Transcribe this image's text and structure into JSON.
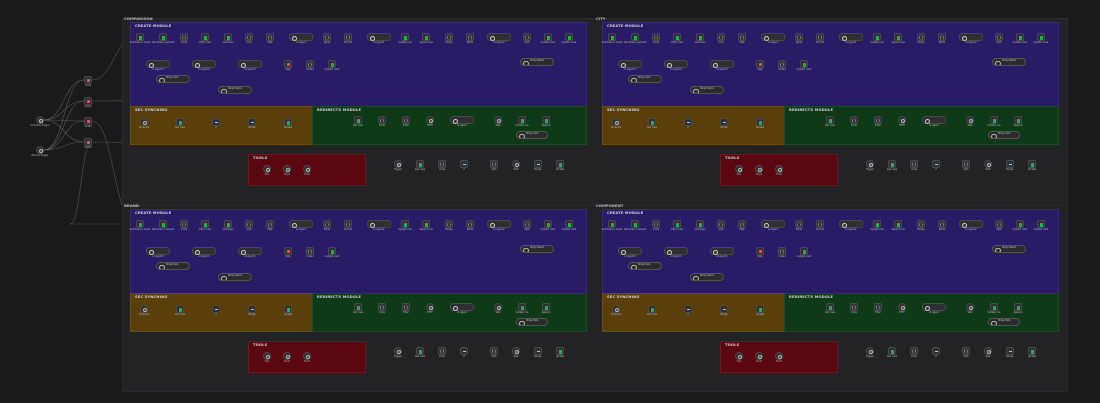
{
  "colors": {
    "background": "#1a1a1b",
    "panel": "#232325",
    "create_module": "#2a1b66",
    "sec_synching": "#5a3f0a",
    "redirects_module": "#0e3a18",
    "tools": "#5a0710",
    "wire": "#8a8a8e",
    "sheet_green": "#21b156"
  },
  "triggers": [
    {
      "id": "t1",
      "label": "Schedule Trigger",
      "icon": "clock-icon"
    },
    {
      "id": "t2",
      "label": "Manual Trigger",
      "icon": "cursor-icon"
    }
  ],
  "router_nodes": [
    {
      "label": "Code"
    },
    {
      "label": "Code1"
    },
    {
      "label": "Code2"
    },
    {
      "label": "Code3"
    }
  ],
  "sections": [
    {
      "title": "COMPARISON",
      "groups": {
        "create": "CREATE MODULE",
        "sec": "SEC SYNCHING",
        "redirects": "REDIRECTS MODULE",
        "tools": "TOOLS"
      }
    },
    {
      "title": "CITY",
      "groups": {
        "create": "CREATE MODULE",
        "sec": "SEC SYNCHING",
        "redirects": "REDIRECTS MODULE",
        "tools": "TOOLS"
      }
    },
    {
      "title": "BRAND",
      "groups": {
        "create": "CREATE MODULE",
        "sec": "SEC SYNCHING",
        "redirects": "REDIRECTS MODULE",
        "tools": "TOOLS"
      }
    },
    {
      "title": "COMPONENT",
      "groups": {
        "create": "CREATE MODULE",
        "sec": "SEC SYNCHING",
        "redirects": "REDIRECTS MODULE",
        "tools": "TOOLS"
      }
    }
  ],
  "create_row1": [
    {
      "kind": "sheet",
      "label": "Get Rows in sheet"
    },
    {
      "kind": "sheet",
      "label": "Get Rows in sheet1"
    },
    {
      "kind": "code",
      "label": "Code"
    },
    {
      "kind": "sheet",
      "label": "Filter rows"
    },
    {
      "kind": "sheet",
      "label": "Get Rows"
    },
    {
      "kind": "code",
      "label": "Loop"
    },
    {
      "kind": "code",
      "label": "Wait"
    },
    {
      "kind": "ai",
      "label": "AI Agent"
    },
    {
      "kind": "code",
      "label": "Parse"
    },
    {
      "kind": "code",
      "label": "Format"
    },
    {
      "kind": "ai",
      "label": "AI Agent1"
    },
    {
      "kind": "sheet",
      "label": "Update row"
    },
    {
      "kind": "sheet",
      "label": "Append row"
    },
    {
      "kind": "code",
      "label": "Merge"
    },
    {
      "kind": "code",
      "label": "Wait1"
    },
    {
      "kind": "ai",
      "label": "AI Agent2"
    },
    {
      "kind": "code",
      "label": "Split"
    },
    {
      "kind": "sheet",
      "label": "Update row1"
    },
    {
      "kind": "sheet",
      "label": "Update row2"
    }
  ],
  "create_row2": [
    {
      "kind": "ai",
      "label": "AI Agent3"
    },
    {
      "kind": "ai",
      "label": "AI Agent4"
    },
    {
      "kind": "ai",
      "label": "AI Agent5"
    },
    {
      "kind": "red",
      "label": "Stop"
    },
    {
      "kind": "code",
      "label": "Code4"
    },
    {
      "kind": "sheet",
      "label": "Update row3"
    }
  ],
  "sec_nodes": [
    {
      "kind": "wait",
      "label": "Schedule"
    },
    {
      "kind": "sheet",
      "label": "Get rows"
    },
    {
      "kind": "merge",
      "label": "If"
    },
    {
      "kind": "merge",
      "label": "Merge"
    },
    {
      "kind": "sheet",
      "label": "Update"
    }
  ],
  "redirect_nodes": [
    {
      "kind": "sheet",
      "label": "Get rows"
    },
    {
      "kind": "code",
      "label": "Code"
    },
    {
      "kind": "code",
      "label": "Filter"
    },
    {
      "kind": "wait",
      "label": "HTTP"
    },
    {
      "kind": "ai",
      "label": "AI Agent"
    },
    {
      "kind": "wait",
      "label": "Wait"
    },
    {
      "kind": "sheet",
      "label": "Update row"
    },
    {
      "kind": "sheet",
      "label": "Append"
    }
  ],
  "tool_nodes": [
    {
      "label": "Tool"
    },
    {
      "label": "Tool1"
    },
    {
      "label": "Tool2"
    }
  ],
  "tool_row": [
    {
      "kind": "wait",
      "label": "Trigger"
    },
    {
      "kind": "sheet",
      "label": "Get rows"
    },
    {
      "kind": "code",
      "label": "Code"
    },
    {
      "kind": "merge",
      "label": "If"
    },
    {
      "kind": "code",
      "label": "Split"
    },
    {
      "kind": "wait",
      "label": "Wait"
    },
    {
      "kind": "merge",
      "label": "Merge"
    },
    {
      "kind": "sheet",
      "label": "Update"
    }
  ],
  "sticky_notes": [
    {
      "label": "Sticky Note"
    },
    {
      "label": "Sticky Note1"
    },
    {
      "label": "Sticky Note2"
    }
  ]
}
